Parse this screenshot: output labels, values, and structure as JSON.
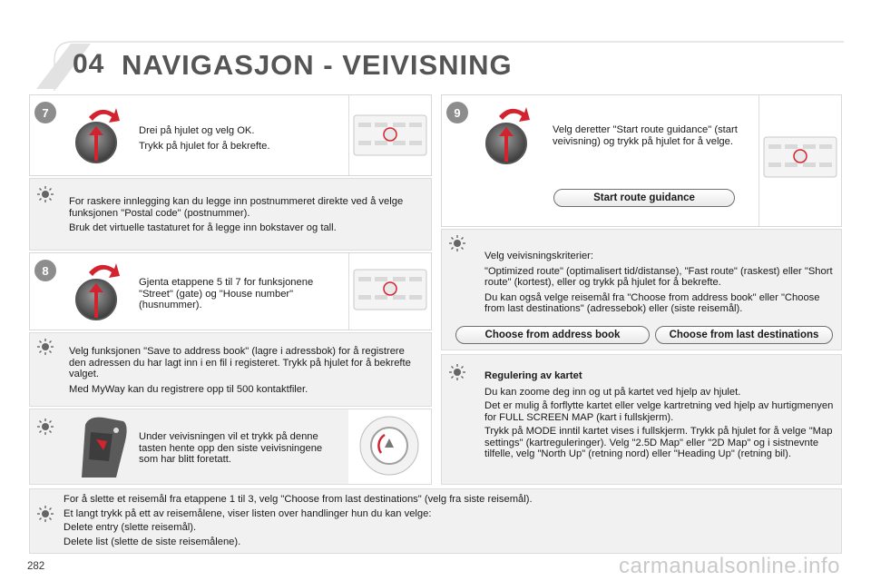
{
  "header": {
    "chapter": "04",
    "title": "NAVIGASJON - VEIVISNING"
  },
  "page_number": "282",
  "watermark": "carmanualsonline.info",
  "step7": {
    "badge": "7",
    "line1": "Drei på hjulet og velg OK.",
    "line2": "Trykk på hjulet for å bekrefte."
  },
  "tip1": {
    "p1": "For raskere innlegging kan du legge inn postnummeret direkte ved å velge funksjonen \"Postal code\" (postnummer).",
    "p2": "Bruk det virtuelle tastaturet for å legge inn bokstaver og tall."
  },
  "step8": {
    "badge": "8",
    "text": "Gjenta etappene 5 til 7 for funksjonene \"Street\" (gate) og \"House number\" (husnummer)."
  },
  "tip2": {
    "p1": "Velg funksjonen \"Save to address book\" (lagre i adressbok) for å registrere den adressen du har lagt inn i en fil i registeret. Trykk på hjulet for å bekrefte valget.",
    "p2": "Med MyWay kan du registrere opp til 500 kontaktfiler."
  },
  "tip3": {
    "text": "Under veivisningen vil et trykk på denne tasten hente opp den siste veivisningene som har blitt foretatt."
  },
  "step9": {
    "badge": "9",
    "text": "Velg deretter \"Start route guidance\" (start veivisning) og trykk på hjulet for å velge.",
    "button": "Start route guidance"
  },
  "tip4": {
    "p1": "Velg veivisningskriterier:",
    "p2": "\"Optimized route\" (optimalisert tid/distanse), \"Fast route\" (raskest) eller \"Short route\" (kortest), eller og trykk på hjulet for å bekrefte.",
    "p3": "Du kan også velge reisemål fra \"Choose from address book\" eller \"Choose from last destinations\" (adressebok) eller (siste reisemål).",
    "button1": "Choose from address book",
    "button2": "Choose from last destinations"
  },
  "tip5": {
    "heading": "Regulering av kartet",
    "p1": "Du kan zoome deg inn og ut på kartet ved hjelp av hjulet.",
    "p2": "Det er mulig å forflytte kartet eller velge kartretning ved hjelp av hurtigmenyen for FULL SCREEN MAP (kart i fullskjerm).",
    "p3": "Trykk på MODE inntil kartet vises i fullskjerm. Trykk på hjulet for å velge \"Map settings\" (kartreguleringer). Velg \"2.5D Map\" eller \"2D Map\" og i sistnevnte tilfelle, velg \"North Up\" (retning nord) eller \"Heading Up\" (retning bil)."
  },
  "tip6": {
    "p1": "For å slette et reisemål fra etappene 1 til 3, velg \"Choose from last destinations\" (velg fra siste reisemål).",
    "p2": "Et langt trykk på ett av reisemålene, viser listen over handlinger hun du kan velge:",
    "p3": "Delete entry (slette reisemål).",
    "p4": "Delete list (slette de siste reisemålene)."
  },
  "colors": {
    "badge": "#8d8d8d",
    "arrow": "#d3232f",
    "panel_gray": "#f1f1f1"
  }
}
